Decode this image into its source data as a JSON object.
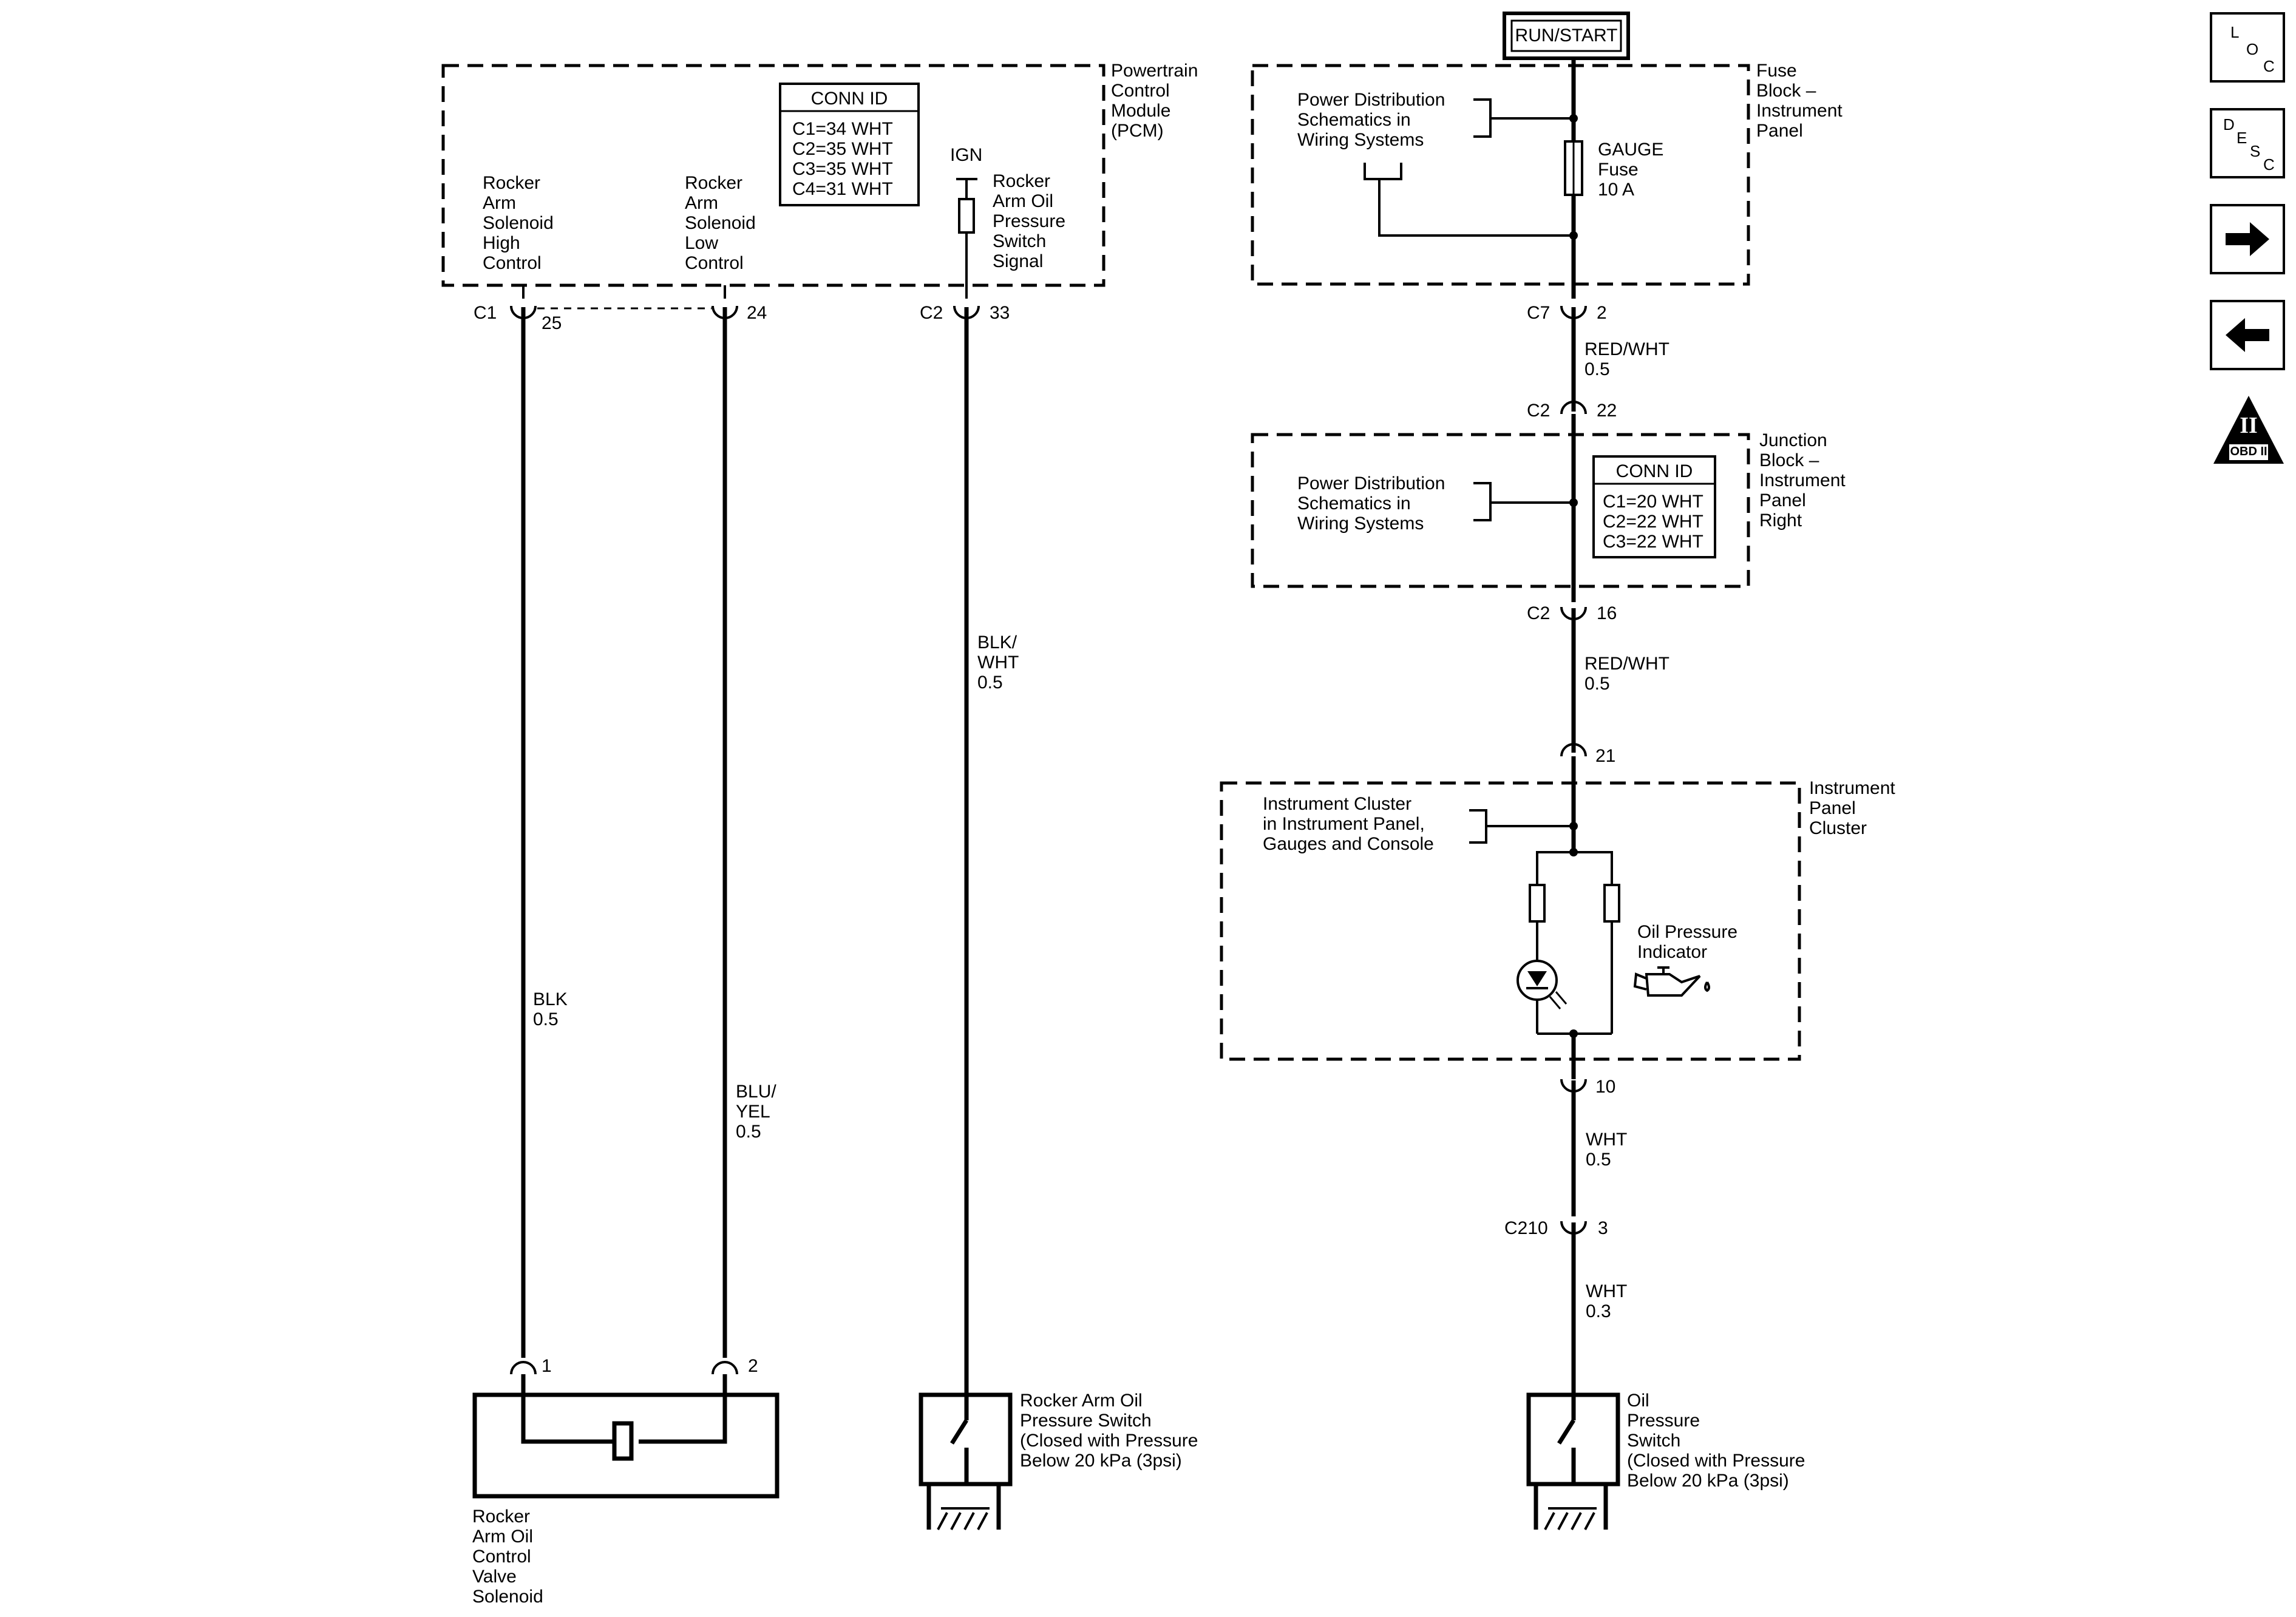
{
  "power": {
    "run_start": "RUN/START"
  },
  "pcm": {
    "title": [
      "Powertrain",
      "Control",
      "Module",
      "(PCM)"
    ],
    "conn_id": {
      "header": "CONN ID",
      "lines": [
        "C1=34 WHT",
        "C2=35 WHT",
        "C3=35 WHT",
        "C4=31 WHT"
      ]
    },
    "ign": "IGN",
    "high_control": [
      "Rocker",
      "Arm",
      "Solenoid",
      "High",
      "Control"
    ],
    "low_control": [
      "Rocker",
      "Arm",
      "Solenoid",
      "Low",
      "Control"
    ],
    "switch_signal": [
      "Rocker",
      "Arm Oil",
      "Pressure",
      "Switch",
      "Signal"
    ]
  },
  "fuse_block": {
    "title": [
      "Fuse",
      "Block –",
      "Instrument",
      "Panel"
    ],
    "ref": [
      "Power Distribution",
      "Schematics in",
      "Wiring  Systems"
    ],
    "fuse": [
      "GAUGE",
      "Fuse",
      "10 A"
    ]
  },
  "junction_block": {
    "title": [
      "Junction",
      "Block –",
      "Instrument",
      "Panel",
      "Right"
    ],
    "ref": [
      "Power Distribution",
      "Schematics in",
      "Wiring  Systems"
    ],
    "conn_id": {
      "header": "CONN ID",
      "lines": [
        "C1=20 WHT",
        "C2=22 WHT",
        "C3=22 WHT"
      ]
    }
  },
  "cluster": {
    "title": [
      "Instrument",
      "Panel",
      "Cluster"
    ],
    "ref": [
      "Instrument Cluster",
      "in Instrument Panel,",
      "Gauges and Console"
    ],
    "indicator": [
      "Oil Pressure",
      "Indicator"
    ]
  },
  "connectors": {
    "c1": "C1",
    "c1_25": "25",
    "c1_24": "24",
    "c2_pcm": "C2",
    "c2_33": "33",
    "c7": "C7",
    "c7_2": "2",
    "c2_22_label": "C2",
    "c2_22": "22",
    "c2_16_label": "C2",
    "c2_16": "16",
    "p21": "21",
    "p10": "10",
    "c210": "C210",
    "c210_3": "3",
    "sol_1": "1",
    "sol_2": "2"
  },
  "wires": {
    "blk": [
      "BLK",
      "0.5"
    ],
    "blu_yel": [
      "BLU/",
      "YEL",
      "0.5"
    ],
    "blk_wht": [
      "BLK/",
      "WHT",
      "0.5"
    ],
    "red_wht_1": [
      "RED/WHT",
      "0.5"
    ],
    "red_wht_2": [
      "RED/WHT",
      "0.5"
    ],
    "wht_1": [
      "WHT",
      "0.5"
    ],
    "wht_2": [
      "WHT",
      "0.3"
    ]
  },
  "components": {
    "solenoid": [
      "Rocker",
      "Arm Oil",
      "Control",
      "Valve",
      "Solenoid"
    ],
    "rocker_switch": [
      "Rocker Arm Oil",
      "Pressure Switch",
      "(Closed with Pressure",
      "Below 20 kPa (3psi)"
    ],
    "oil_switch": [
      "Oil",
      "Pressure",
      "Switch",
      "(Closed with Pressure",
      "Below 20 kPa (3psi)"
    ]
  },
  "nav": {
    "loc": [
      "L",
      "O",
      "C"
    ],
    "desc": [
      "D",
      "E",
      "S",
      "C"
    ],
    "obd": [
      "II",
      "OBD II"
    ],
    "forward_icon": "arrow-right-icon",
    "back_icon": "arrow-left-icon"
  }
}
